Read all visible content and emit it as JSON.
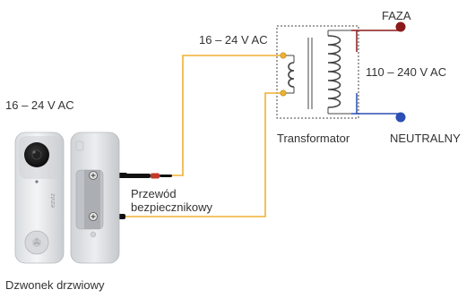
{
  "labels": {
    "faza": "FAZA",
    "neutral": "NEUTRALNY",
    "secondary_voltage_top": "16 – 24 V AC",
    "primary_voltage": "110 – 240 V AC",
    "doorbell_voltage": "16 – 24 V AC",
    "transformer": "Transformator",
    "fuse_line1": "Przewód",
    "fuse_line2": "bezpiecznikowy",
    "doorbell": "Dzwonek drzwiowy",
    "device_logo": "ezviz"
  },
  "colors": {
    "phase_wire": "#8b1a1a",
    "neutral_wire": "#2b4fb3",
    "low_voltage_wire": "#f0b030",
    "terminal_fill": "#f0b030",
    "coil": "#444444",
    "transformer_outline": "#444444",
    "text": "#333333"
  }
}
